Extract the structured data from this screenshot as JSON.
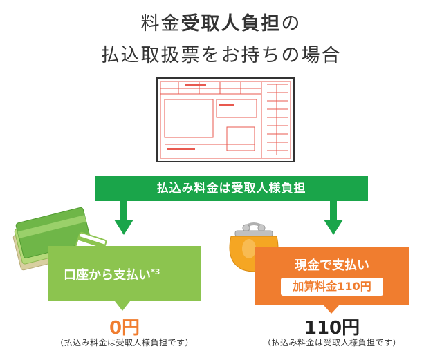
{
  "title": {
    "line1_prefix": "料金",
    "line1_bold": "受取人負担",
    "line1_suffix": "の",
    "line2": "払込取扱票をお持ちの場合"
  },
  "banner": {
    "label": "払込み料金は受取人様負担"
  },
  "left_option": {
    "label": "口座から支払い",
    "footnote_mark": "*3",
    "price": "0円",
    "note": "（払込み料金は受取人様負担です）"
  },
  "right_option": {
    "label": "現金で支払い",
    "fee_tag": "加算料金110円",
    "price": "110円",
    "note": "（払込み料金は受取人様負担です）"
  },
  "colors": {
    "banner_green": "#1aa54a",
    "left_green": "#8cc44f",
    "right_orange": "#f07d2f",
    "price_left": "#f07d2f",
    "price_right": "#222222",
    "form_red": "#e8594f"
  },
  "icons": [
    "payment-slip-icon",
    "bankbook-cards-icon",
    "coin-purse-icon",
    "arrow-down-icon"
  ]
}
